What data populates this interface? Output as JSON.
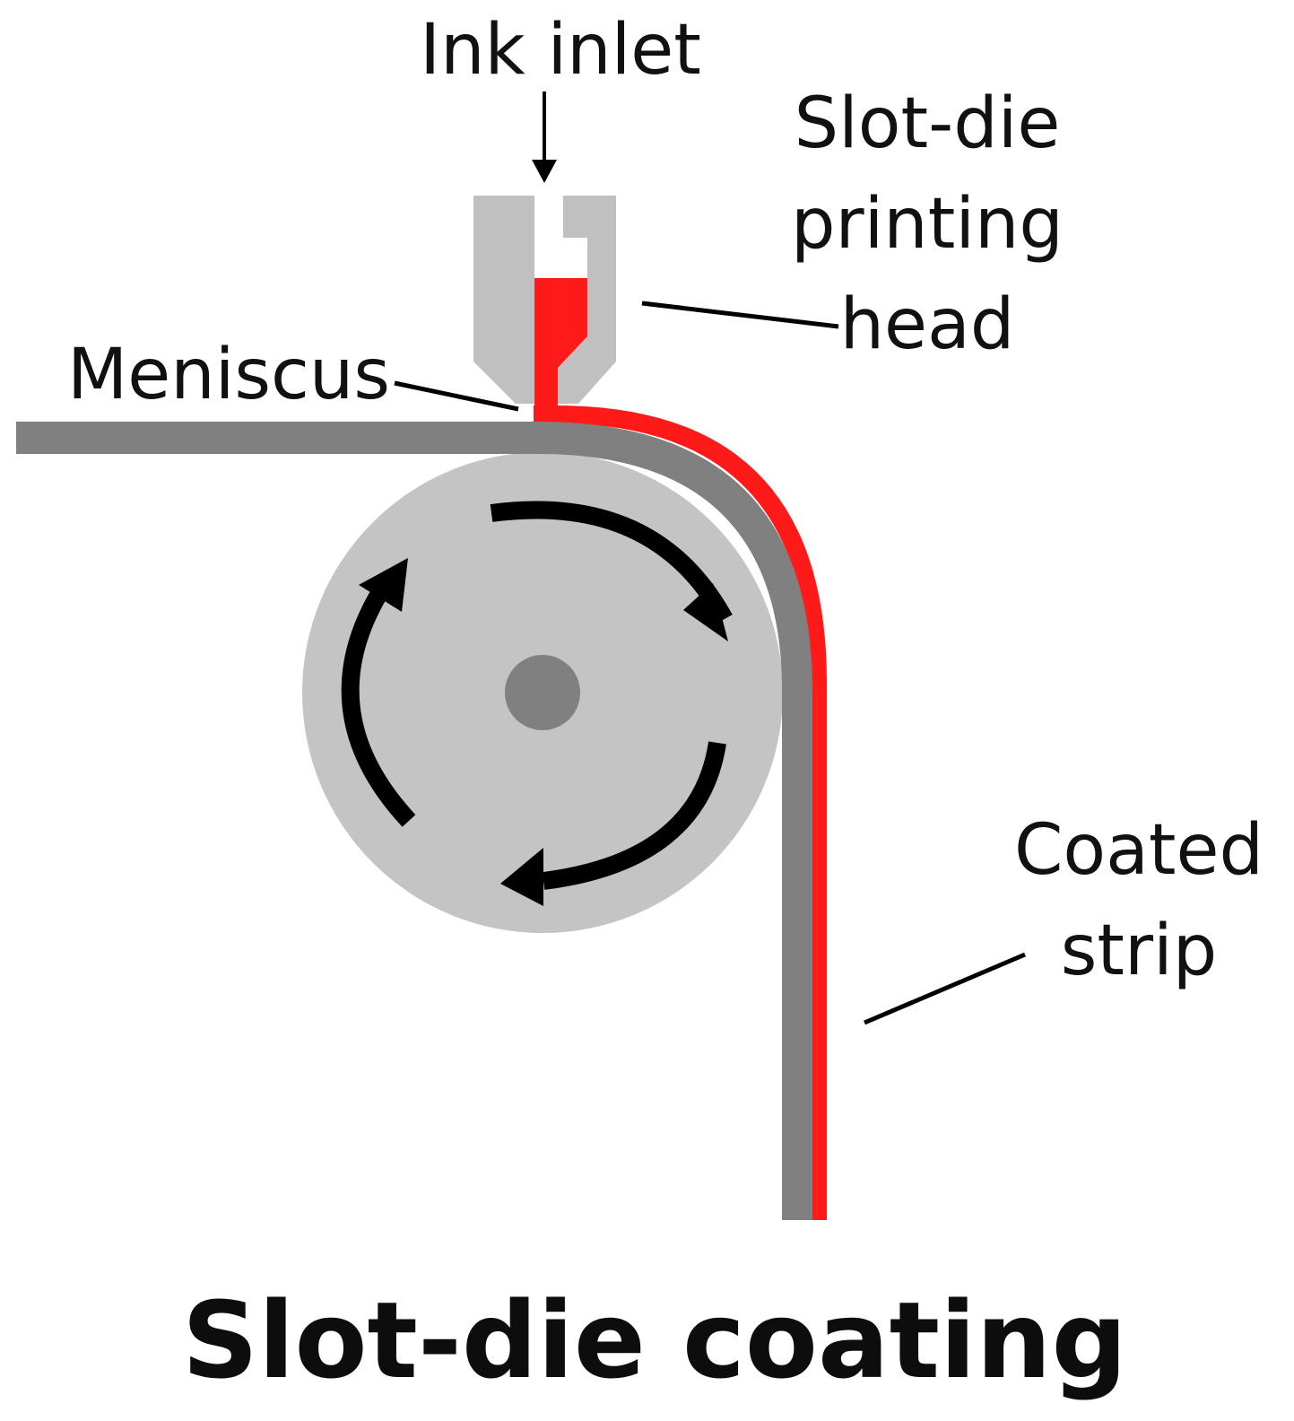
{
  "labels": {
    "ink_inlet": "Ink inlet",
    "head_line1": "Slot-die",
    "head_line2": "printing",
    "head_line3": "head",
    "meniscus": "Meniscus",
    "coated_line1": "Coated",
    "coated_line2": "strip"
  },
  "title": "Slot-die coating",
  "colors": {
    "ink": "#ff1a1a",
    "head": "#c0c0c0",
    "substrate": "#808080",
    "roller": "#c4c4c4",
    "axle": "#808080",
    "arrows": "#000000"
  }
}
